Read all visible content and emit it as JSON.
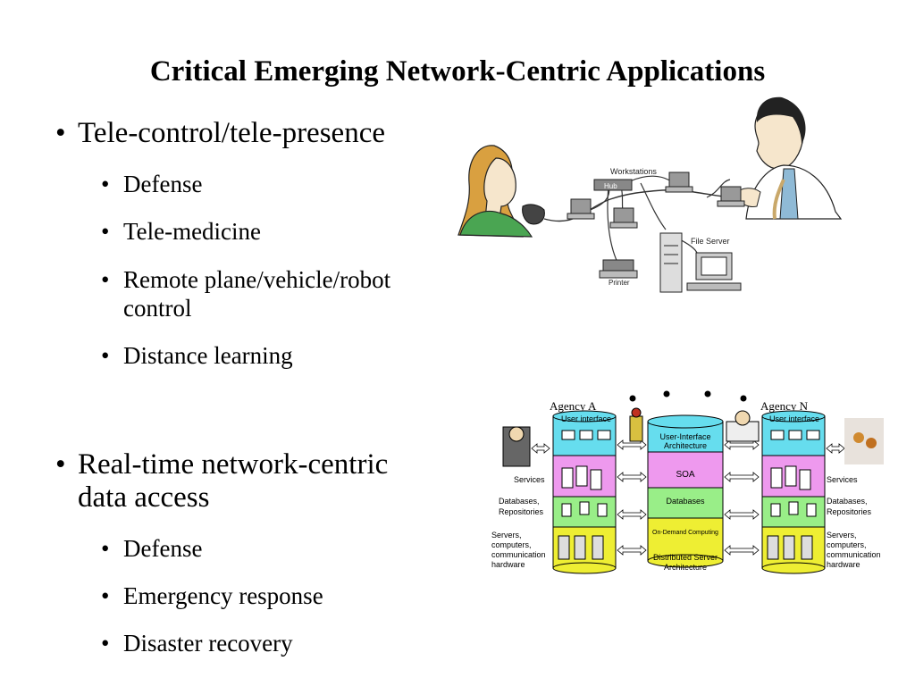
{
  "slide": {
    "title": "Critical Emerging Network-Centric Applications",
    "bullet_glyph": "•",
    "sections": [
      {
        "heading": "Tele-control/tele-presence",
        "items": [
          "Defense",
          "Tele-medicine",
          "Remote plane/vehicle/robot",
          "control",
          "Distance learning"
        ]
      },
      {
        "heading": "Real-time network-centric",
        "heading_cont": "data access",
        "items": [
          "Defense",
          "Emergency response",
          "Disaster recovery"
        ]
      }
    ]
  },
  "network_figure": {
    "workstations_label": "Workstations",
    "hub_label": "Hub",
    "file_server_label": "File Server",
    "printer_label": "Printer"
  },
  "architecture_figure": {
    "agency_a": "Agency A",
    "agency_n": "Agency N",
    "user_interface": "User interface",
    "left_labels": [
      "Services",
      "Databases,",
      "Repositories",
      "Servers,",
      "computers,",
      "communication",
      "hardware"
    ],
    "right_labels": [
      "Services",
      "Databases,",
      "Repositories",
      "Servers,",
      "computers,",
      "communication",
      "hardware"
    ],
    "center_labels": {
      "ui_arch_1": "User-Interface",
      "ui_arch_2": "Architecture",
      "soa": "SOA",
      "databases": "Databases",
      "on_demand": "On-Demand Computing",
      "dist_1": "Distributed Server",
      "dist_2": "Architecture"
    },
    "layer_colors": {
      "ui": "#66ddee",
      "services": "#ee99ee",
      "databases": "#99ee88",
      "servers": "#eeee33"
    }
  }
}
